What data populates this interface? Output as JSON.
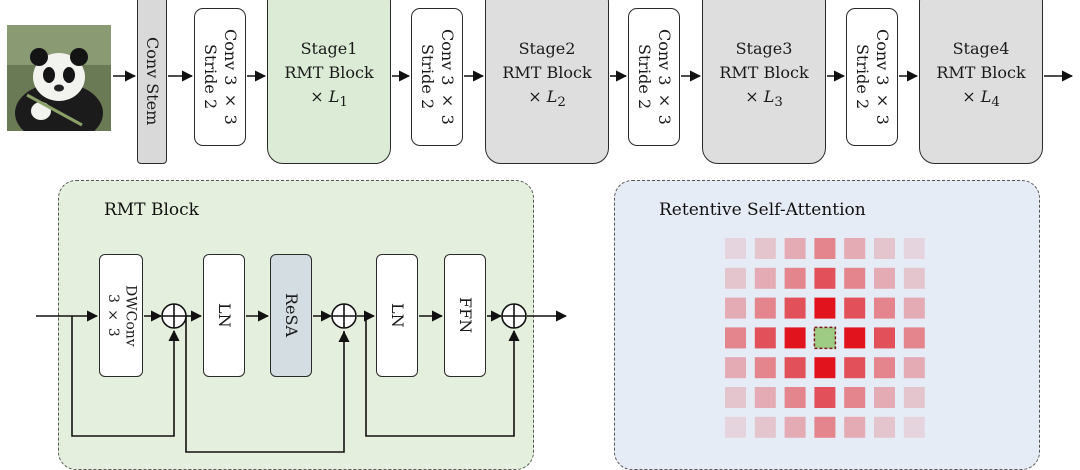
{
  "colors": {
    "stage1_fill": "#dcebd5",
    "stage_fill": "#dedede",
    "stem_fill": "#d9d9d9",
    "rmt_panel_fill": "#e4f0dd",
    "rsa_panel_fill": "#e6ecf5",
    "resa_fill": "#d3dde2",
    "center_cell": "#9fcc85"
  },
  "pipeline": {
    "input_image": "panda-photo",
    "conv_stem": "Conv Stem",
    "downsample": {
      "line1": "Conv 3 × 3",
      "line2": "Stride 2"
    },
    "stages": [
      {
        "title": "Stage1",
        "block": "RMT Block",
        "times": "×",
        "L": "L",
        "sub": "1"
      },
      {
        "title": "Stage2",
        "block": "RMT Block",
        "times": "×",
        "L": "L",
        "sub": "2"
      },
      {
        "title": "Stage3",
        "block": "RMT Block",
        "times": "×",
        "L": "L",
        "sub": "3"
      },
      {
        "title": "Stage4",
        "block": "RMT Block",
        "times": "×",
        "L": "L",
        "sub": "4"
      }
    ]
  },
  "rmt_block": {
    "title": "RMT Block",
    "dwconv": {
      "line1": "DWConv",
      "line2": "3 × 3"
    },
    "ln1": "LN",
    "resa": "ReSA",
    "ln2": "LN",
    "ffn": "FFN"
  },
  "retentive_attention": {
    "title": "Retentive Self-Attention",
    "grid_size": 7,
    "center_highlight": "dashed-outline"
  }
}
